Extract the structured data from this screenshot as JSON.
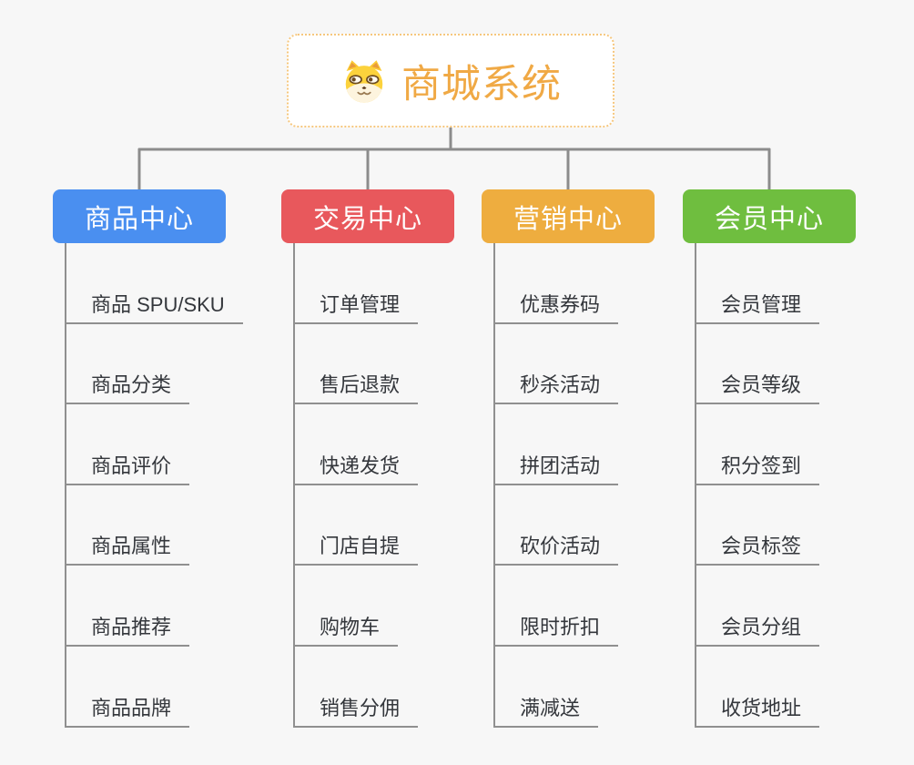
{
  "page": {
    "background_color": "#F7F7F7",
    "connector_color": "#8C8C8C",
    "child_line_color": "#909090",
    "child_text_color": "#34373C"
  },
  "root": {
    "title": "商城系统",
    "icon": "shiba-dog-icon",
    "text_color": "#F0A945",
    "border_color": "#F6C77E",
    "background": "#FFFFFF"
  },
  "branches": [
    {
      "title": "商品中心",
      "color": "#4A8FF0",
      "children": [
        "商品 SPU/SKU",
        "商品分类",
        "商品评价",
        "商品属性",
        "商品推荐",
        "商品品牌"
      ]
    },
    {
      "title": "交易中心",
      "color": "#E8585C",
      "children": [
        "订单管理",
        "售后退款",
        "快递发货",
        "门店自提",
        "购物车",
        "销售分佣"
      ]
    },
    {
      "title": "营销中心",
      "color": "#EEAD3F",
      "children": [
        "优惠券码",
        "秒杀活动",
        "拼团活动",
        "砍价活动",
        "限时折扣",
        "满减送"
      ]
    },
    {
      "title": "会员中心",
      "color": "#6FBE3F",
      "children": [
        "会员管理",
        "会员等级",
        "积分签到",
        "会员标签",
        "会员分组",
        "收货地址"
      ]
    }
  ]
}
